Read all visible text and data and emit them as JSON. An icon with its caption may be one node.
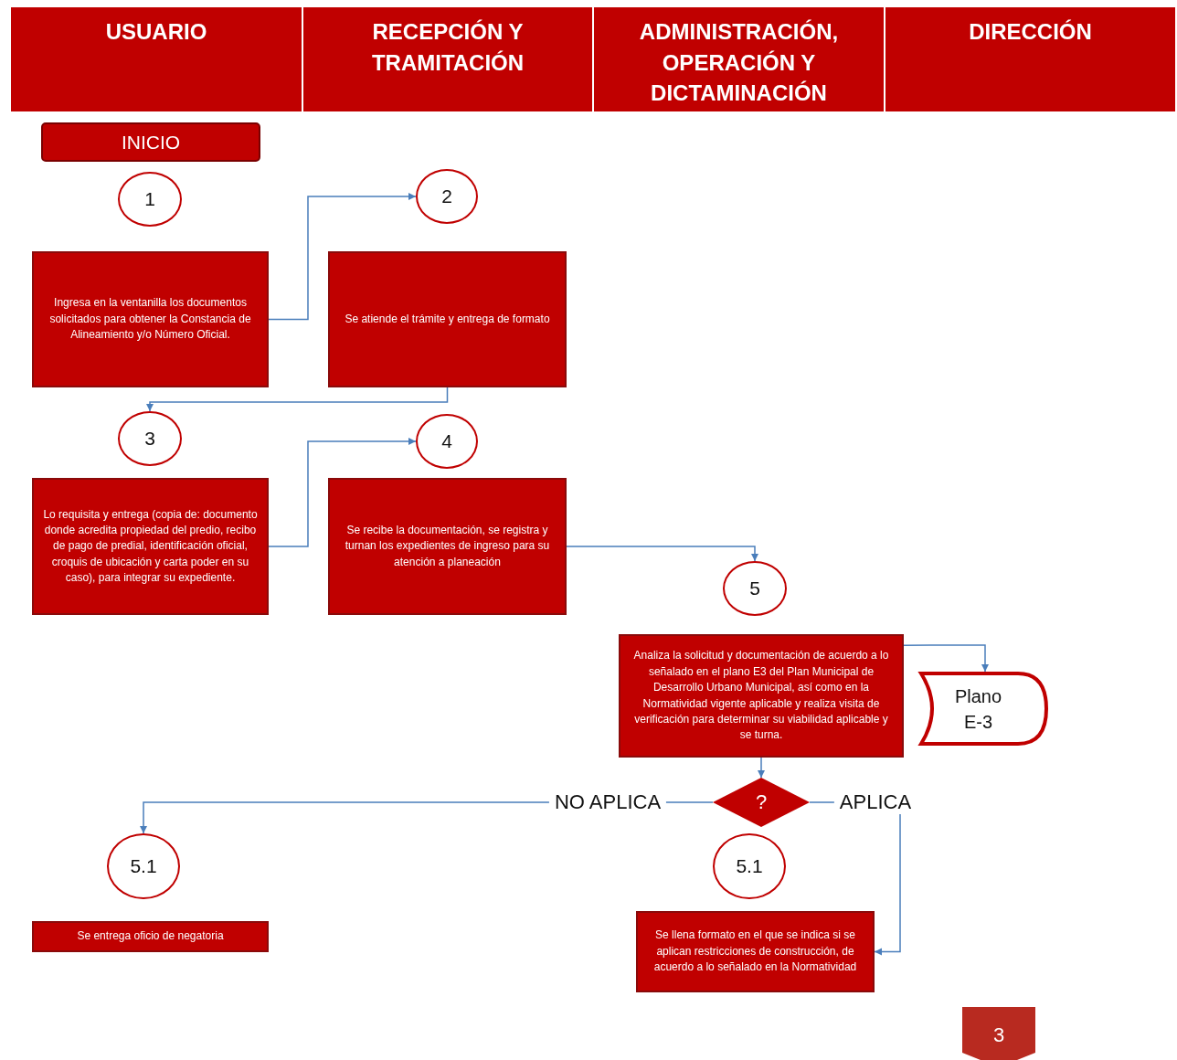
{
  "diagram": {
    "nodes": [
      {
        "text": [
          "USUARIO"
        ]
      },
      {
        "text": [
          "RECEPCIÓN Y TRAMITACIÓN"
        ]
      },
      {
        "text": [
          "ADMINISTRACIÓN, OPERACIÓN Y DICTAMINACIÓN"
        ]
      },
      {
        "text": [
          "DIRECCIÓN"
        ]
      },
      {
        "text": [
          "INICIO"
        ]
      },
      {
        "text": [
          "1"
        ]
      },
      {
        "text": [
          "Ingresa en la ventanilla los documentos solicitados para obtener la Constancia de Alineamiento y/o  Número Oficial."
        ]
      },
      {
        "text": [
          "2"
        ]
      },
      {
        "text": [
          "Se atiende el trámite y entrega de formato"
        ]
      },
      {
        "text": [
          "3"
        ]
      },
      {
        "text": [
          "Lo requisita y entrega (copia de: documento donde acredita propiedad del predio, recibo de pago de predial, identificación oficial, croquis de ubicación y carta poder en su caso), para integrar su expediente."
        ]
      },
      {
        "text": [
          "4"
        ]
      },
      {
        "text": [
          "Se recibe la documentación, se registra y turnan los expedientes de ingreso para su atención a planeación"
        ]
      },
      {
        "text": [
          "5"
        ]
      },
      {
        "text": [
          "Analiza la solicitud y documentación de acuerdo a lo señalado en el plano E3 del Plan Municipal de Desarrollo Urbano Municipal, así como en la Normatividad vigente aplicable y realiza visita de verificación para determinar su viabilidad aplicable y se turna."
        ]
      },
      {
        "text": [
          "Plano E-3"
        ]
      },
      {
        "text": [
          "?"
        ]
      },
      {
        "text": [
          "5.1"
        ]
      },
      {
        "text": [
          "Se entrega oficio de negatoria"
        ]
      },
      {
        "text": [
          "5.1"
        ]
      },
      {
        "text": [
          "Se llena formato en el que se indica si se aplican restricciones de construcción, de acuerdo a lo señalado en la Normatividad"
        ]
      }
    ],
    "edges": [
      {
        "from": 6,
        "to": 7,
        "arrow": "to"
      },
      {
        "from": 8,
        "to": 9,
        "arrow": "to"
      },
      {
        "from": 10,
        "to": 11,
        "arrow": "to"
      },
      {
        "from": 12,
        "to": 13,
        "arrow": "to"
      },
      {
        "from": 14,
        "to": 15,
        "arrow": "to"
      },
      {
        "from": 14,
        "to": 16,
        "arrow": "to"
      },
      {
        "from": 16,
        "to": 17,
        "label": "NO APLICA",
        "arrow": "to"
      },
      {
        "from": 16,
        "to": 20,
        "label": "APLICA",
        "arrow": "to"
      }
    ],
    "labels": [
      "3"
    ]
  }
}
